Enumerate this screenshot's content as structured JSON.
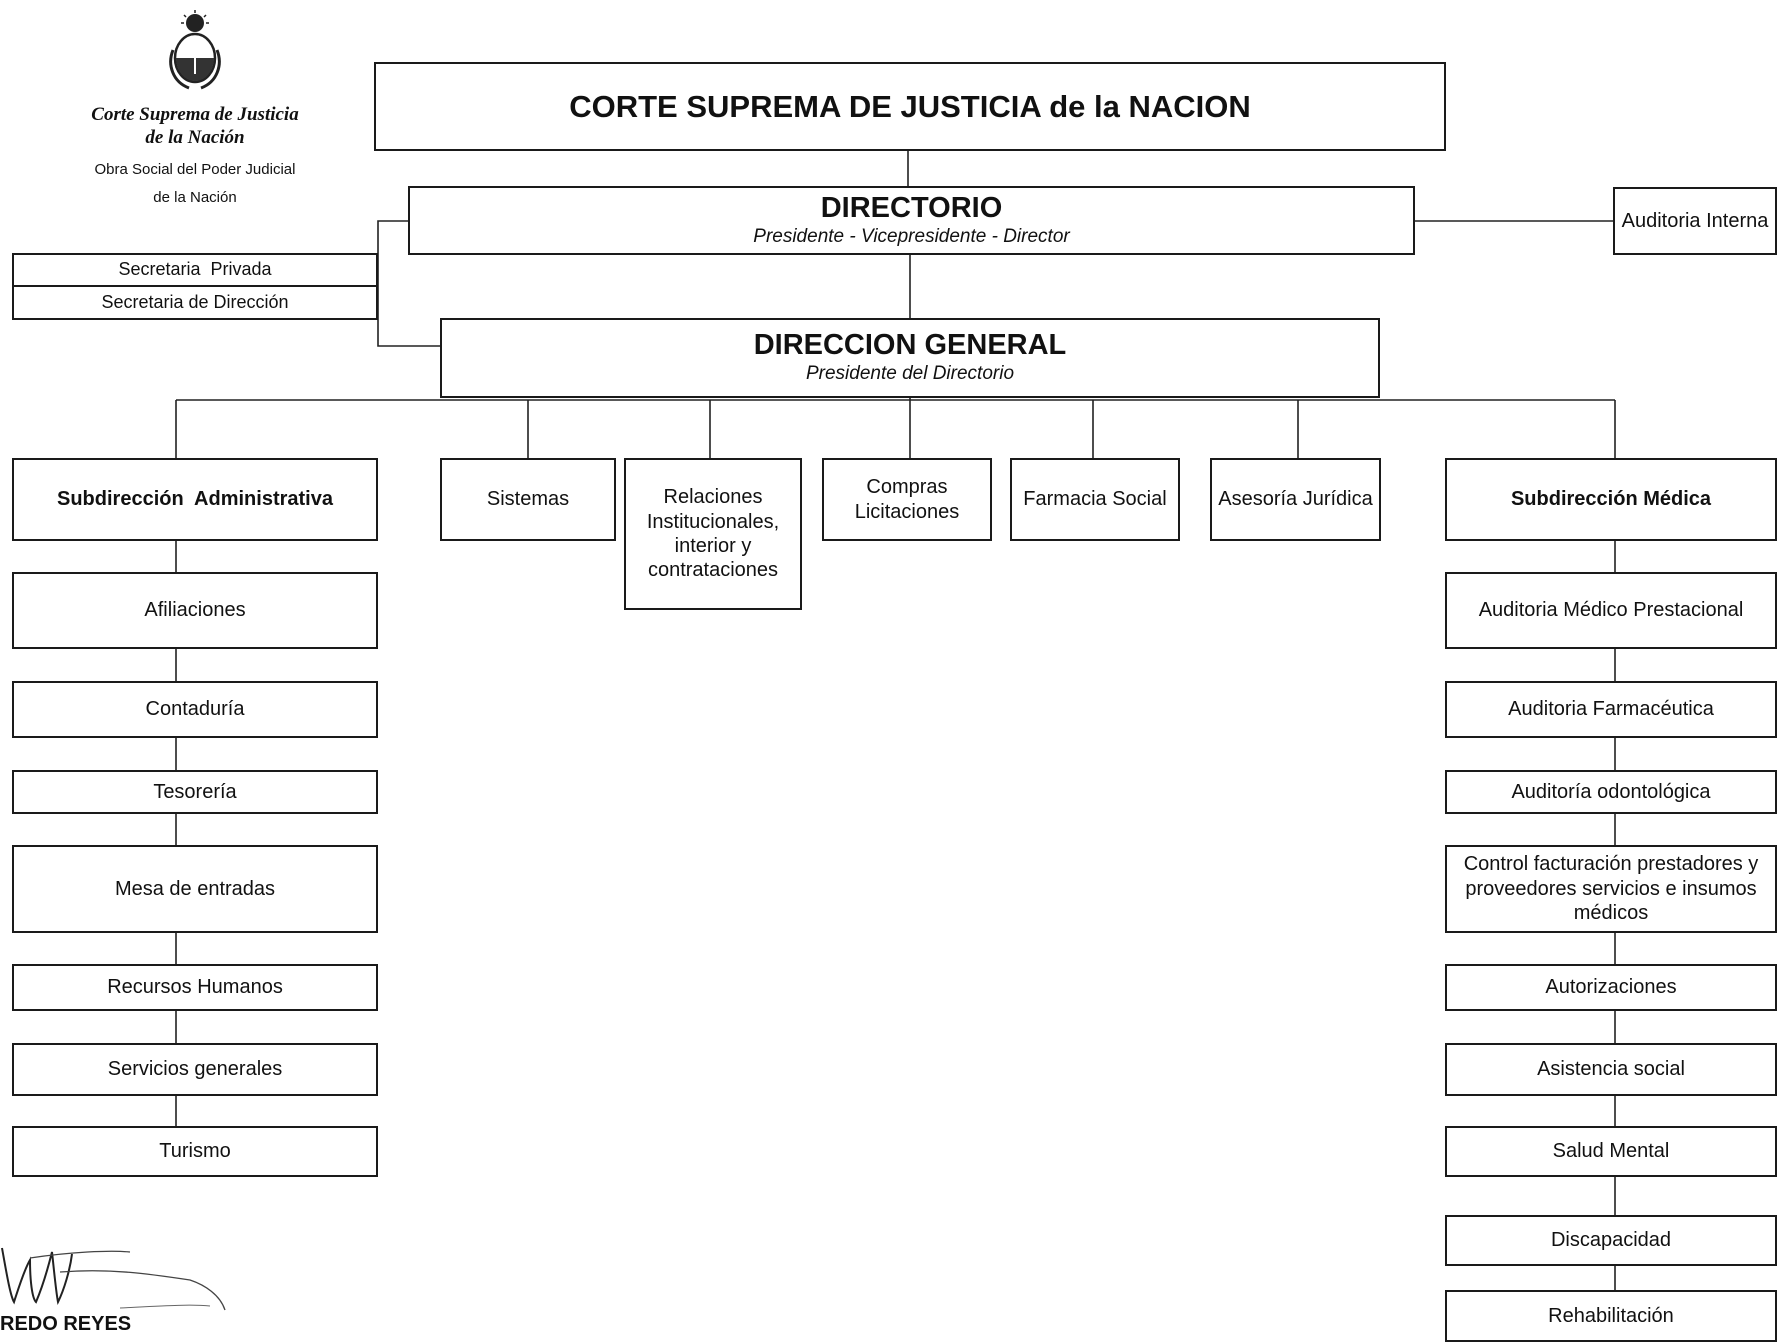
{
  "header": {
    "org_name_line1": "Corte Suprema de Justicia",
    "org_name_line2": "de la Nación",
    "org_sub_line1": "Obra Social del Poder Judicial",
    "org_sub_line2": "de la Nación"
  },
  "chart": {
    "top": "CORTE SUPREMA DE JUSTICIA de la NACION",
    "directorio": {
      "title": "DIRECTORIO",
      "subtitle": "Presidente - Vicepresidente - Director"
    },
    "auditoria_interna": "Auditoria Interna",
    "secretaria_privada": "Secretaria  Privada",
    "secretaria_direccion": "Secretaria de Dirección",
    "direccion_general": {
      "title": "DIRECCION GENERAL",
      "subtitle": "Presidente del Directorio"
    },
    "middle_units": [
      "Sistemas",
      "Relaciones Institucionales, interior y contrataciones",
      "Compras Licitaciones",
      "Farmacia Social",
      "Asesoría Jurídica"
    ],
    "sub_administrativa": {
      "title": "Subdirección  Administrativa",
      "items": [
        "Afiliaciones",
        "Contaduría",
        "Tesorería",
        "Mesa de entradas",
        "Recursos Humanos",
        "Servicios generales",
        "Turismo"
      ]
    },
    "sub_medica": {
      "title": "Subdirección Médica",
      "items": [
        "Auditoria Médico Prestacional",
        "Auditoria Farmacéutica",
        "Auditoría odontológica",
        "Control facturación prestadores y proveedores servicios e insumos médicos",
        "Autorizaciones",
        "Asistencia social",
        "Salud Mental",
        "Discapacidad",
        "Rehabilitación"
      ]
    }
  },
  "signature": {
    "name": "REDO REYES"
  }
}
